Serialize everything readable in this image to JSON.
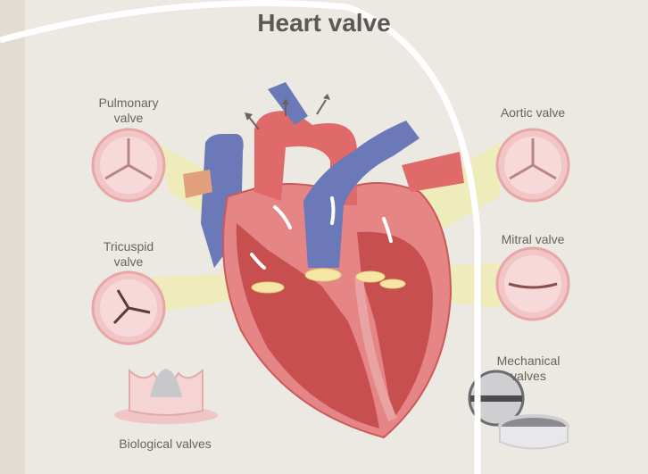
{
  "title": "Heart valve",
  "labels": {
    "pulmonary_line1": "Pulmonary",
    "pulmonary_line2": "valve",
    "tricuspid_line1": "Tricuspid",
    "tricuspid_line2": "valve",
    "aortic": "Aortic valve",
    "mitral": "Mitral valve",
    "mechanical_line1": "Mechanical",
    "mechanical_line2": "valves",
    "biological": "Biological valves"
  },
  "colors": {
    "background": "#e9e5df",
    "artery_red": "#e06a6a",
    "vein_blue": "#6b79b8",
    "highlight_yellow": "#f3ee9c",
    "valve_pink": "#f2c6c6"
  }
}
